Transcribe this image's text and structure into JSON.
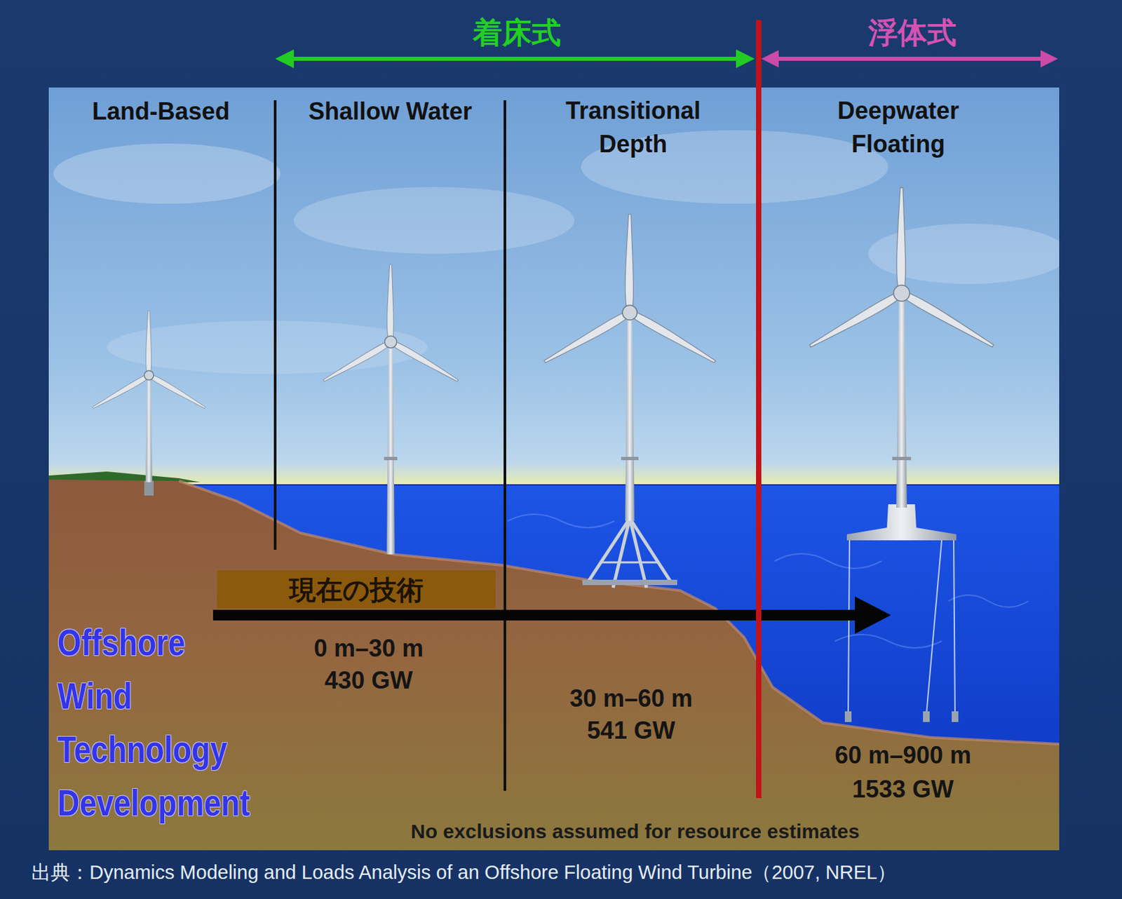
{
  "diagram": {
    "caption": "出典：Dynamics Modeling and Loads Analysis of an Offshore Floating Wind Turbine（2007, NREL）",
    "nodes": [
      {
        "text": [
          "現在の技術"
        ]
      }
    ],
    "labels": [
      "着床式",
      "浮体式",
      "Land-Based",
      "Shallow Water",
      "Transitional Depth",
      "Deepwater Floating",
      "Offshore Wind Technology Development",
      "0 m–30 m",
      "430 GW",
      "30 m–60 m",
      "541 GW",
      "60 m–900 m",
      "1533 GW",
      "No exclusions assumed for resource estimates"
    ]
  }
}
